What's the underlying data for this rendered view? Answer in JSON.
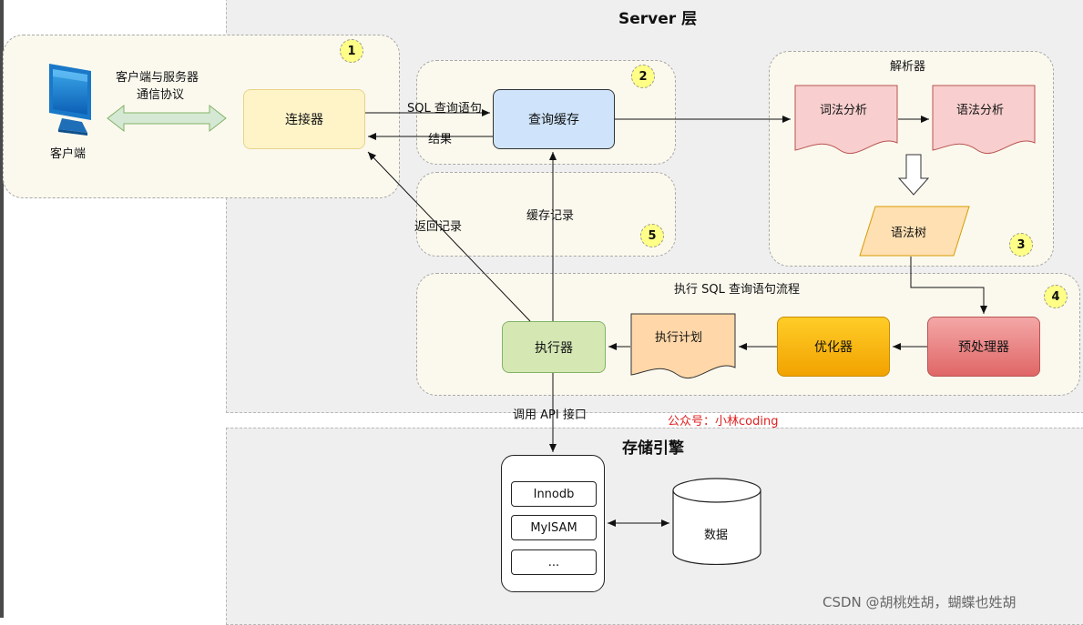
{
  "server_layer_title": "Server 层",
  "storage_layer_title": "存储引擎",
  "client": {
    "label": "客户端",
    "protocol_label_line1": "客户端与服务器",
    "protocol_label_line2": "通信协议",
    "icon": "monitor-icon"
  },
  "group_numbers": [
    "1",
    "2",
    "3",
    "4",
    "5"
  ],
  "connector": {
    "label": "连接器"
  },
  "query_cache": {
    "label": "查询缓存"
  },
  "parser": {
    "title": "解析器",
    "lexical": "词法分析",
    "syntax": "语法分析",
    "tree": "语法树"
  },
  "execution_flow": {
    "title": "执行 SQL 查询语句流程",
    "preprocessor": "预处理器",
    "optimizer": "优化器",
    "plan": "执行计划",
    "executor": "执行器"
  },
  "edges": {
    "sql_query": "SQL 查询语句",
    "result": "结果",
    "return_record": "返回记录",
    "cache_record": "缓存记录",
    "call_api": "调用 API 接口"
  },
  "engines": [
    "Innodb",
    "MyISAM",
    "..."
  ],
  "data_store": {
    "label": "数据"
  },
  "watermark": "公众号：小林coding",
  "csdn_credit": "CSDN @胡桃姓胡，蝴蝶也姓胡"
}
